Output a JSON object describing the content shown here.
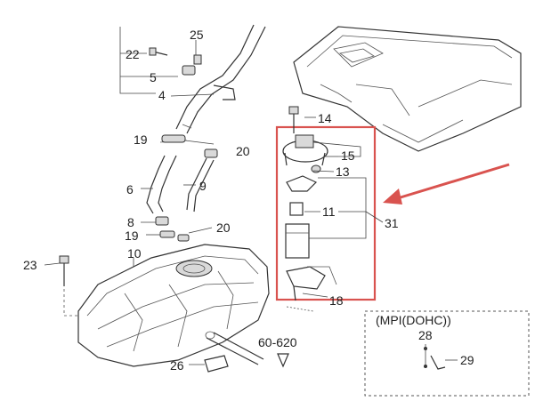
{
  "callouts": {
    "c22": "22",
    "c25": "25",
    "c5": "5",
    "c4": "4",
    "c14": "14",
    "c19a": "19",
    "c20a": "20",
    "c15": "15",
    "c13": "13",
    "c6": "6",
    "c9": "9",
    "c11": "11",
    "c31": "31",
    "c8": "8",
    "c19b": "19",
    "c20b": "20",
    "c23": "23",
    "c10": "10",
    "c18": "18",
    "c60": "60-620",
    "c26": "26",
    "c28": "28",
    "c29": "29"
  },
  "variant_box": {
    "label": "(MPI(DOHC))"
  },
  "colors": {
    "highlight": "#d9534f",
    "ink": "#333333"
  }
}
